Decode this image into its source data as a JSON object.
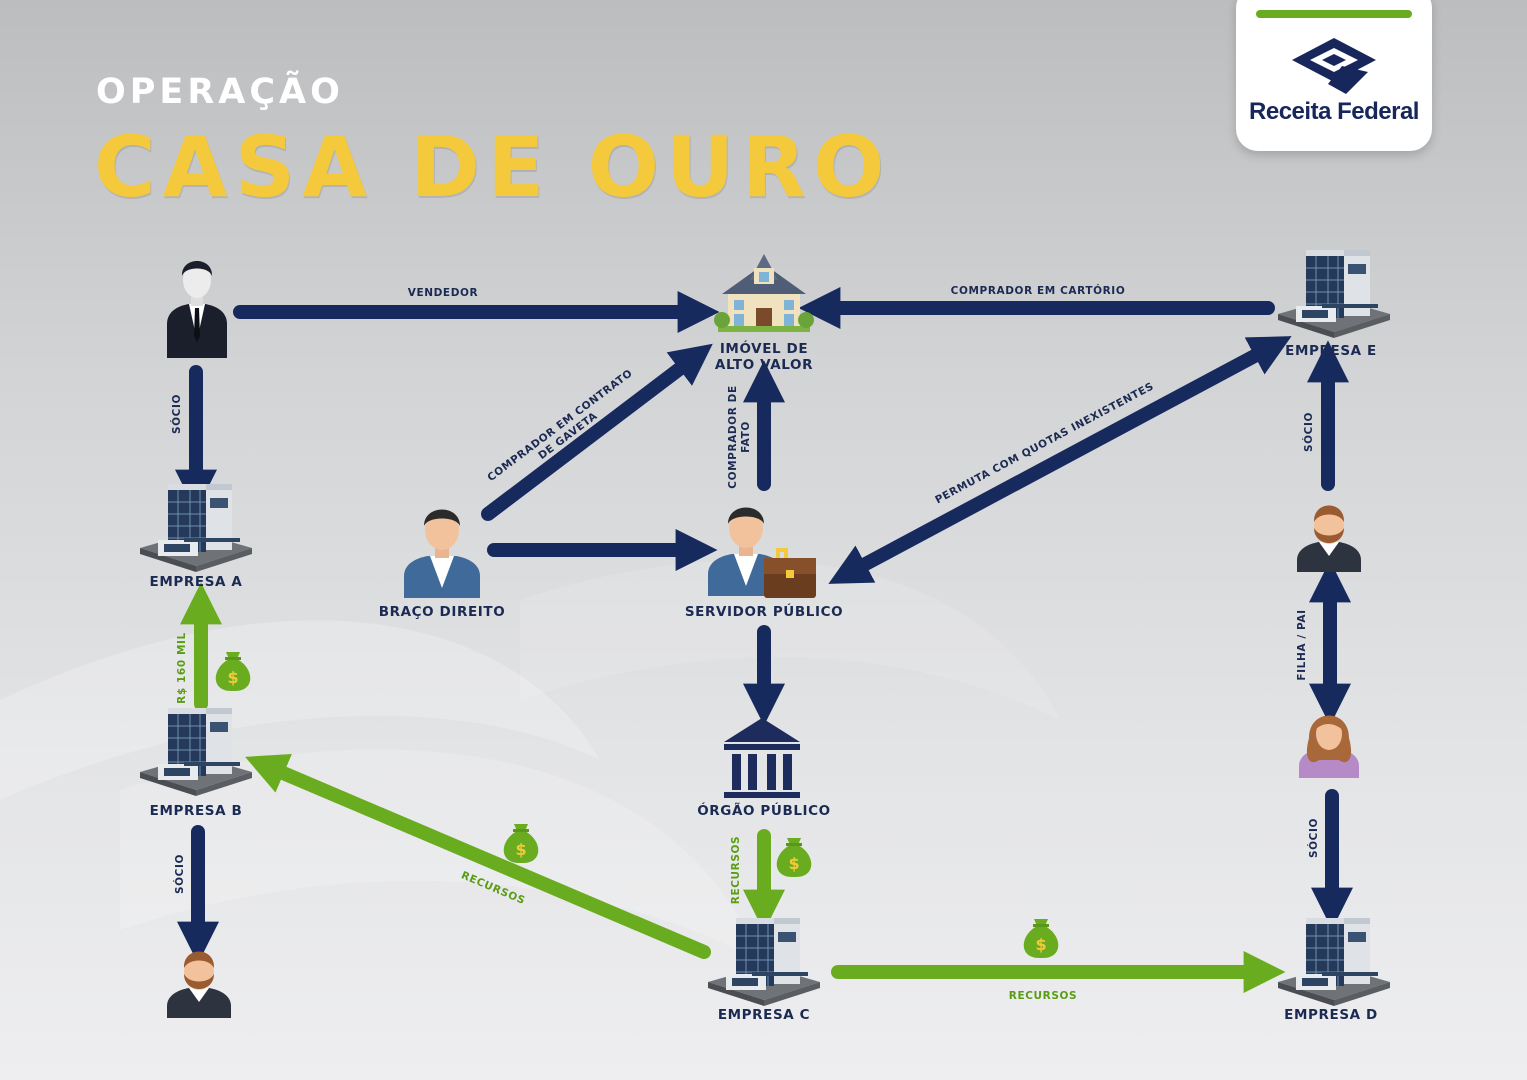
{
  "header": {
    "title_line1": "OPERAÇÃO",
    "title_line2": "CASA DE OURO"
  },
  "logo": {
    "text": "Receita Federal",
    "icon": "receita-federal-logo"
  },
  "colors": {
    "navy": "#172a5e",
    "green": "#6aac1f",
    "gold": "#f4c93b",
    "label": "#1b2a52"
  },
  "nodes": {
    "seller": {
      "icon": "businessman-icon"
    },
    "property": {
      "label_line1": "IMÓVEL DE",
      "label_line2": "ALTO VALOR",
      "icon": "house-icon"
    },
    "empresa_e": {
      "label": "EMPRESA E",
      "icon": "building-icon"
    },
    "empresa_a": {
      "label": "EMPRESA A",
      "icon": "building-icon"
    },
    "braco": {
      "label": "BRAÇO DIREITO",
      "icon": "person-icon"
    },
    "servidor": {
      "label": "SERVIDOR PÚBLICO",
      "icon": "businessman-briefcase-icon"
    },
    "father": {
      "icon": "bearded-man-icon"
    },
    "empresa_b": {
      "label": "EMPRESA B",
      "icon": "building-icon"
    },
    "orgao": {
      "label": "ÓRGÃO PÚBLICO",
      "icon": "government-building-icon"
    },
    "daughter": {
      "icon": "woman-icon"
    },
    "bearded_socio": {
      "icon": "bearded-man-icon"
    },
    "empresa_c": {
      "label": "EMPRESA C",
      "icon": "building-icon"
    },
    "empresa_d": {
      "label": "EMPRESA D",
      "icon": "building-icon"
    }
  },
  "edges": {
    "vendedor": "VENDEDOR",
    "comprador_cartorio": "COMPRADOR EM CARTÓRIO",
    "socio_seller_a": "SÓCIO",
    "contrato_gaveta_line1": "COMPRADOR EM CONTRATO",
    "contrato_gaveta_line2": "DE GAVETA",
    "comprador_fato_line1": "COMPRADOR DE",
    "comprador_fato_line2": "FATO",
    "permuta": "PERMUTA COM QUOTAS INEXISTENTES",
    "socio_e": "SÓCIO",
    "filha_pai": "FILHA / PAI",
    "rs160": "R$ 160 MIL",
    "socio_b": "SÓCIO",
    "recursos_c_b": "RECURSOS",
    "recursos_orgao_c": "RECURSOS",
    "socio_d": "SÓCIO",
    "recursos_c_d": "RECURSOS"
  },
  "money_bag": {
    "symbol": "$",
    "icon": "money-bag-icon"
  }
}
